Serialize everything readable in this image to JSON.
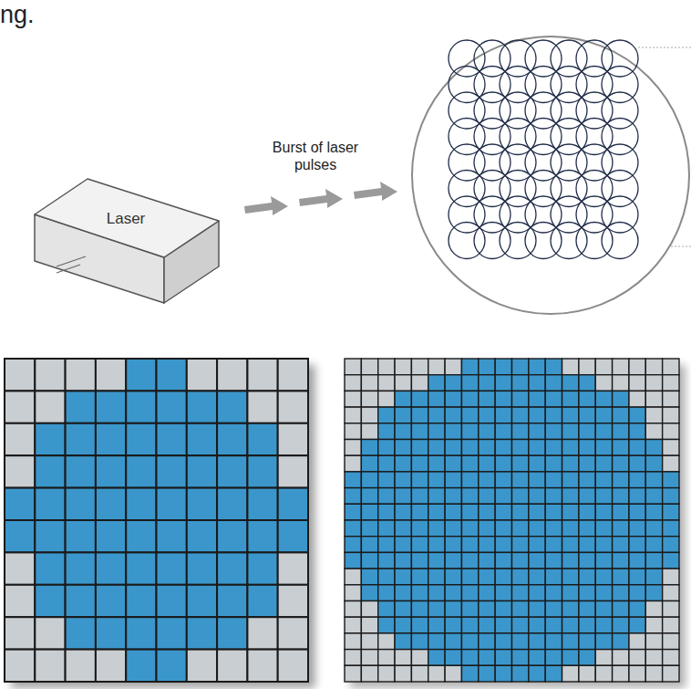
{
  "diagram": {
    "nodes": [
      {
        "text": [
          "Laser"
        ]
      }
    ],
    "labels": [
      "ng.",
      "Burst of laser pulses"
    ]
  }
}
